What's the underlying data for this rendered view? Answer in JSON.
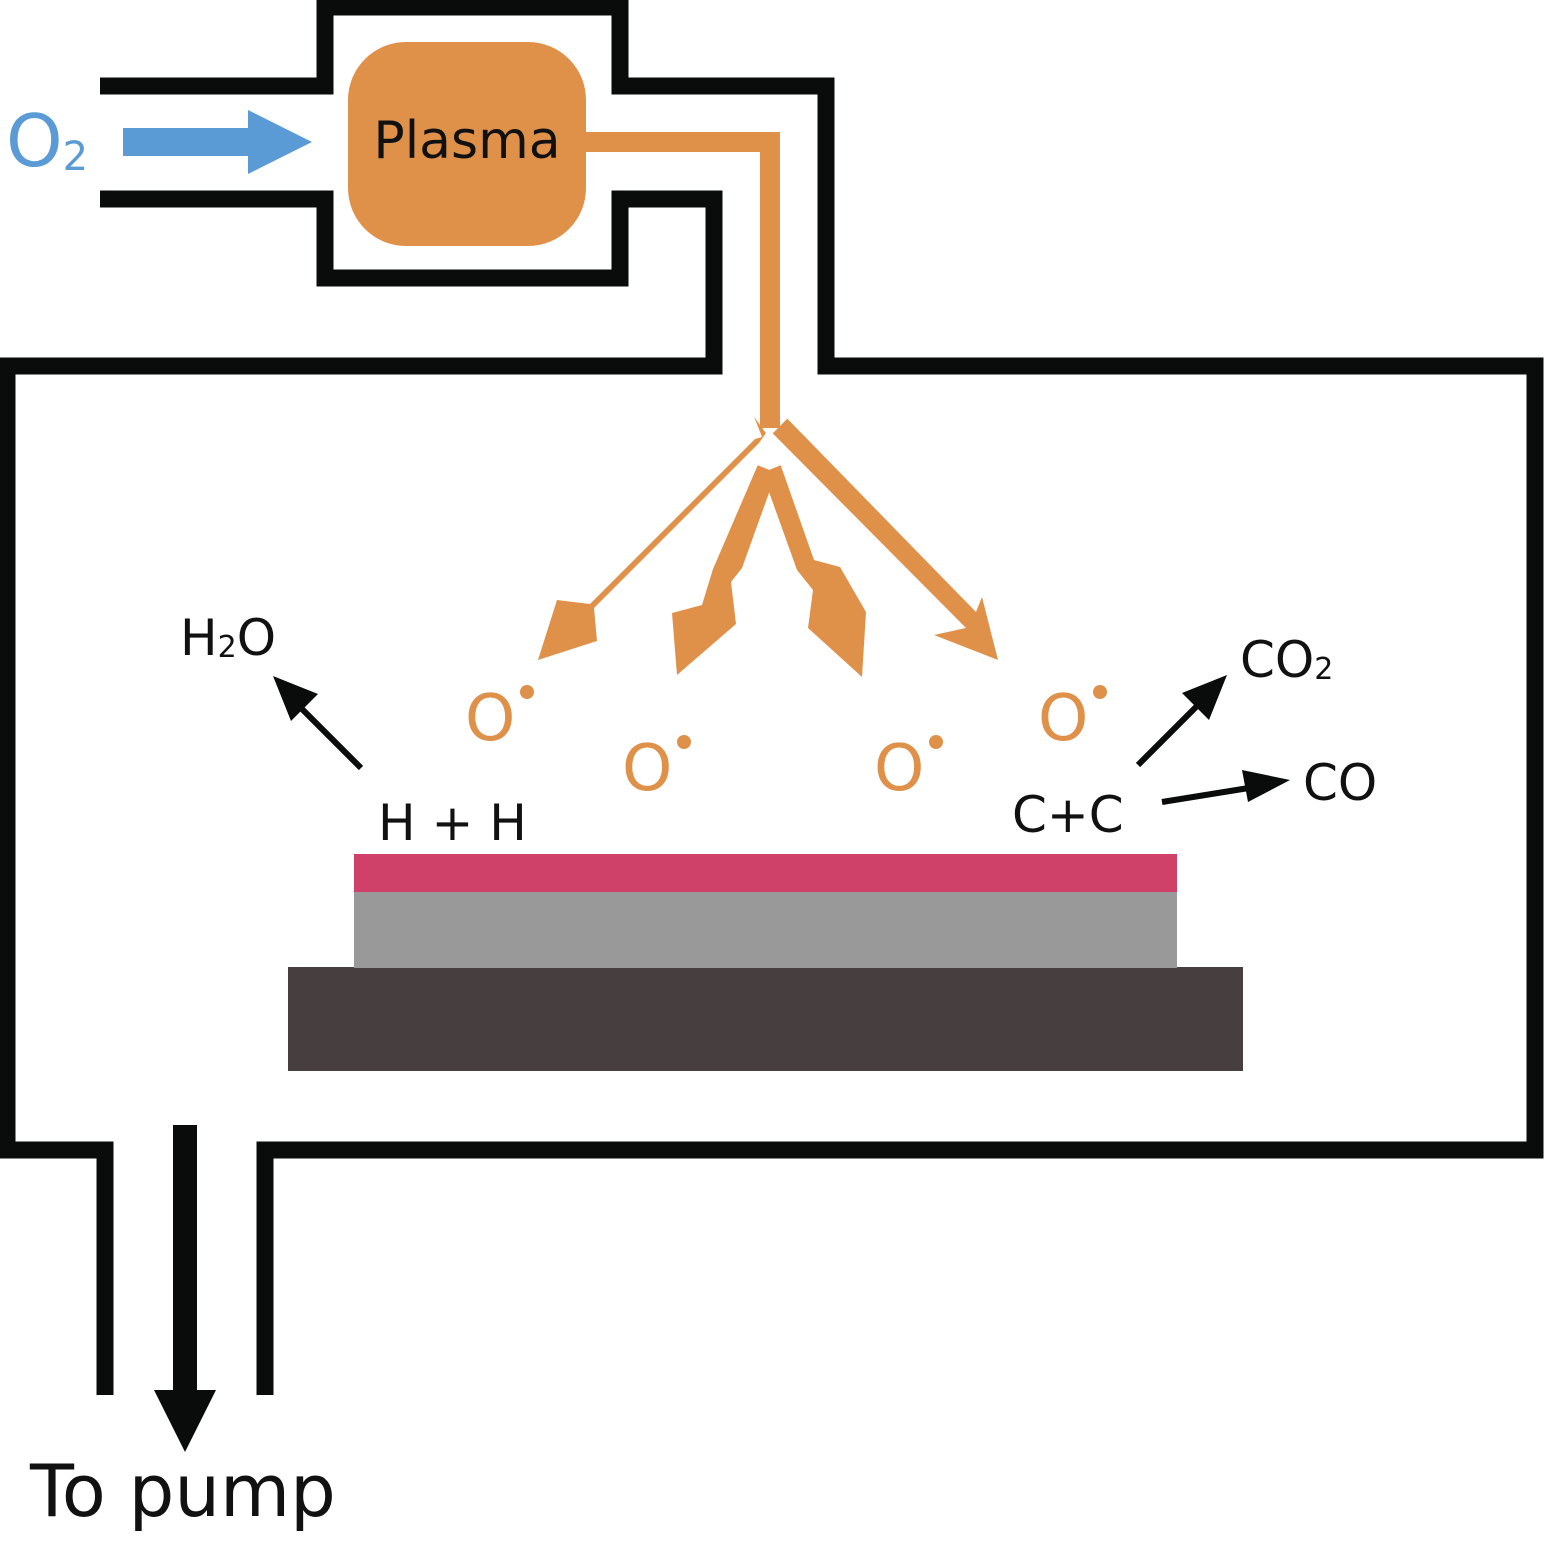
{
  "colors": {
    "wall": "#0a0c0c",
    "plasma": "#df914a",
    "oxygen_inlet": "#5b9bd5",
    "resist_layer": "#cf4168",
    "wafer": "#999999",
    "stage": "#473e3f",
    "background": "#ffffff"
  },
  "labels": {
    "o2_main": "O",
    "o2_sub": "2",
    "plasma": "Plasma",
    "radical_main": "O",
    "h_plus_h": "H + H",
    "c_plus_c": "C+C",
    "h2o_h": "H",
    "h2o_sub": "2",
    "h2o_o": "O",
    "co2_main": "CO",
    "co2_sub": "2",
    "co": "CO",
    "to_pump": "To pump"
  },
  "icons": {
    "radical_dot": "filled-circle",
    "flow_arrows": "arrow-icon"
  }
}
